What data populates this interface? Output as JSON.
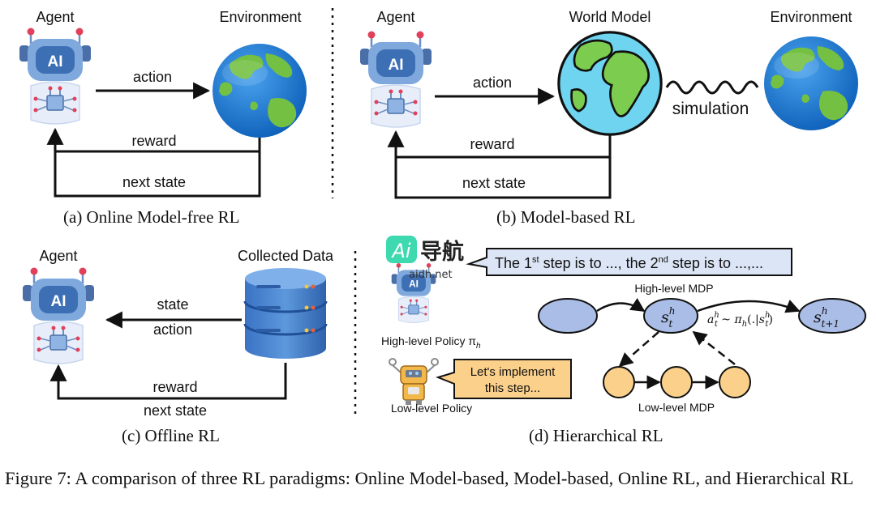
{
  "panel_a": {
    "agent_label": "Agent",
    "env_label": "Environment",
    "action_label": "action",
    "reward_label": "reward",
    "next_state_label": "next state",
    "caption": "(a)  Online Model-free RL"
  },
  "panel_b": {
    "agent_label": "Agent",
    "world_model_label": "World Model",
    "env_label": "Environment",
    "action_label": "action",
    "reward_label": "reward",
    "next_state_label": "next state",
    "simulation_label": "simulation",
    "caption": "(b)  Model-based RL"
  },
  "panel_c": {
    "agent_label": "Agent",
    "data_label": "Collected Data",
    "state_label": "state",
    "action_label": "action",
    "reward_label": "reward",
    "next_state_label": "next state",
    "caption": "(c)  Offline RL"
  },
  "panel_d": {
    "speech_high": "The 1st step is to ..., the 2nd step is to ...,...",
    "speech_high_parts": [
      "The 1",
      "st",
      " step is to ..., the 2",
      "nd",
      " step is to ...,..."
    ],
    "high_mdp_label": "High-level MDP",
    "high_policy_label": "High-level Policy π",
    "high_policy_sub": "h",
    "low_policy_label": "Low-level Policy",
    "speech_low_line1": "Let's implement",
    "speech_low_line2": "this step...",
    "low_mdp_label": "Low-level MDP",
    "state_s": "s",
    "state_sup": "h",
    "state_sub_t": "t",
    "state_sub_t1": "t+1",
    "transition_formula": "a",
    "caption": "(d)  Hierarchical RL"
  },
  "agent_icon_text": "AI",
  "watermark": {
    "brand": "Ai",
    "brand_cn": "导航",
    "url": "aidh.net"
  },
  "figure_caption": "Figure 7: A comparison of three RL paradigms: Online Model-based, Model-based, Online RL, and Hierarchical RL",
  "colors": {
    "robot_blue": "#7fa8dc",
    "robot_dark": "#3d6fb5",
    "globe_ocean": "#1e78d6",
    "globe_land": "#74c043",
    "db_blue": "#4f8ad1",
    "mdp_high": "#a9bde6",
    "mdp_low": "#fbd08a",
    "speech_fill": "#dbe5f5",
    "speech_low_fill": "#fbd08a"
  },
  "icons": [
    "robot-agent-icon",
    "earth-globe-icon",
    "database-icon",
    "robot-small-icon",
    "wave-line-icon"
  ]
}
